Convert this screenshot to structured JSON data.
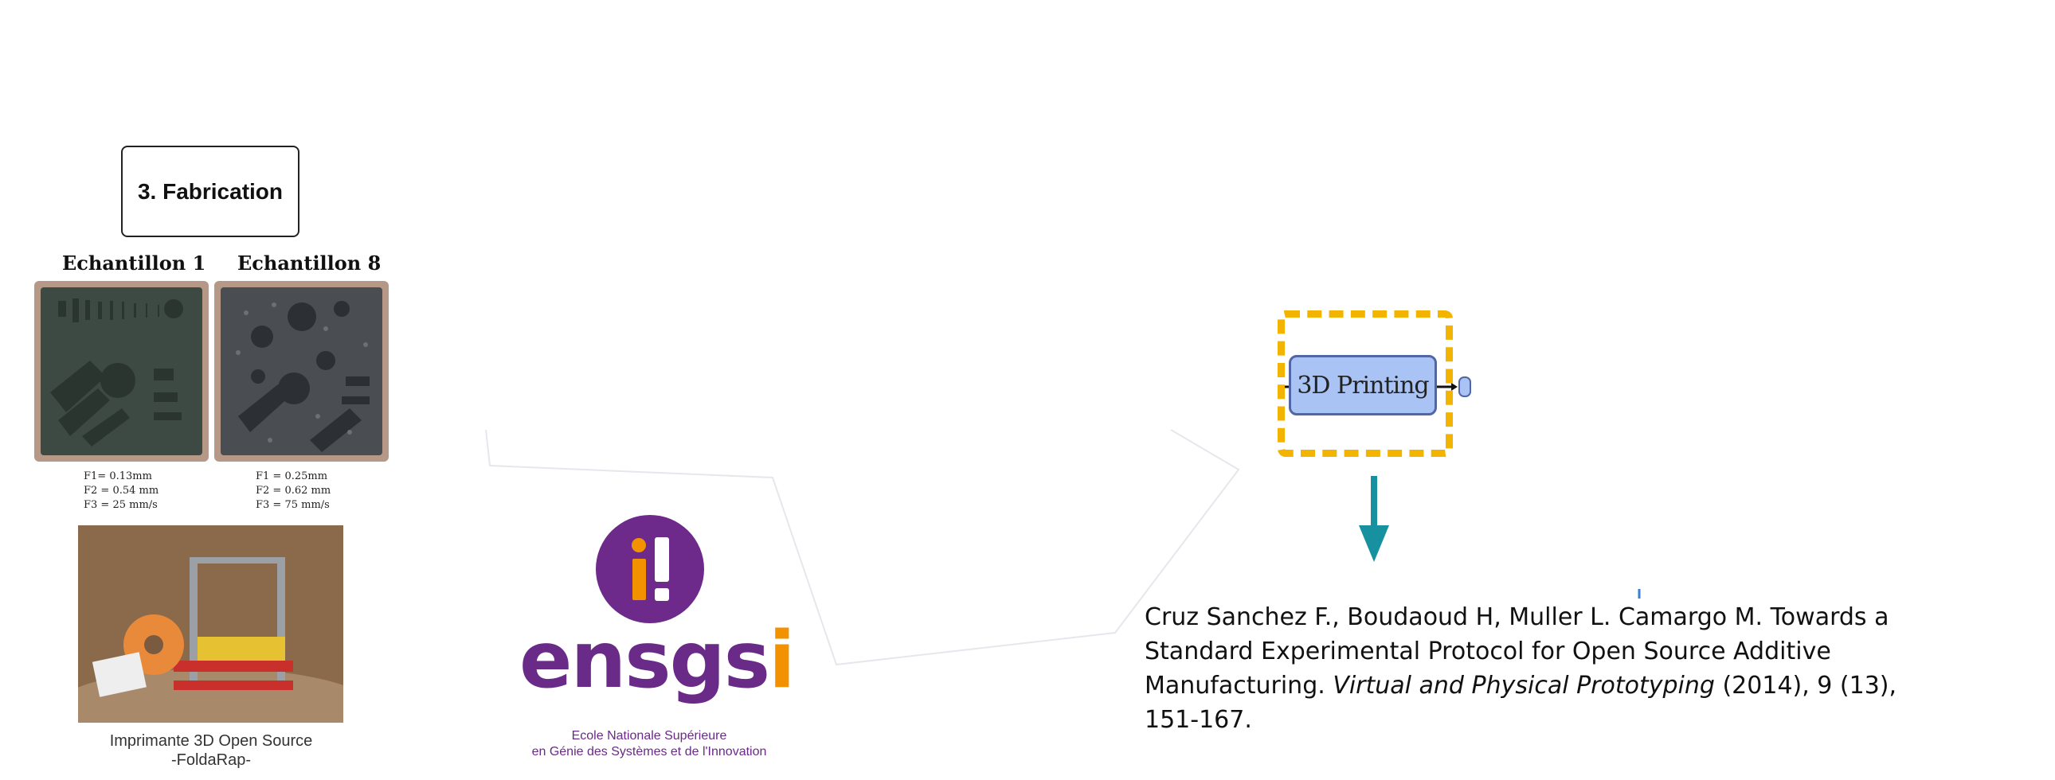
{
  "fabrication": {
    "title": "3. Fabrication",
    "samples": [
      {
        "label": "Echantillon 1",
        "params": "F1= 0.13mm\nF2 = 0.54 mm\nF3 = 25 mm/s"
      },
      {
        "label": "Echantillon 8",
        "params": "F1 = 0.25mm\nF2 = 0.62 mm\nF3 = 75 mm/s"
      }
    ],
    "printer_caption_line1": "Imprimante 3D Open Source",
    "printer_caption_line2": "-FoldaRap-"
  },
  "logo": {
    "mark": "i!",
    "word_main": "ensgs",
    "word_accent": "i",
    "subtitle_line1": "Ecole Nationale Supérieure",
    "subtitle_line2": "en Génie des Systèmes et de l'Innovation",
    "colors": {
      "purple": "#6a2a87",
      "orange": "#f39200"
    }
  },
  "diagram": {
    "node_label": "3D Printing",
    "highlight_color": "#f3b400",
    "arrow_color": "#17909f"
  },
  "reference": {
    "authors": "Cruz Sanchez F., Boudaoud H, Muller L. Camargo M. Towards a Standard Experimental Protocol for Open Source Additive Manufacturing. ",
    "journal": "Virtual and Physical Prototyping",
    "details": " (2014), 9 (13), 151-167."
  }
}
